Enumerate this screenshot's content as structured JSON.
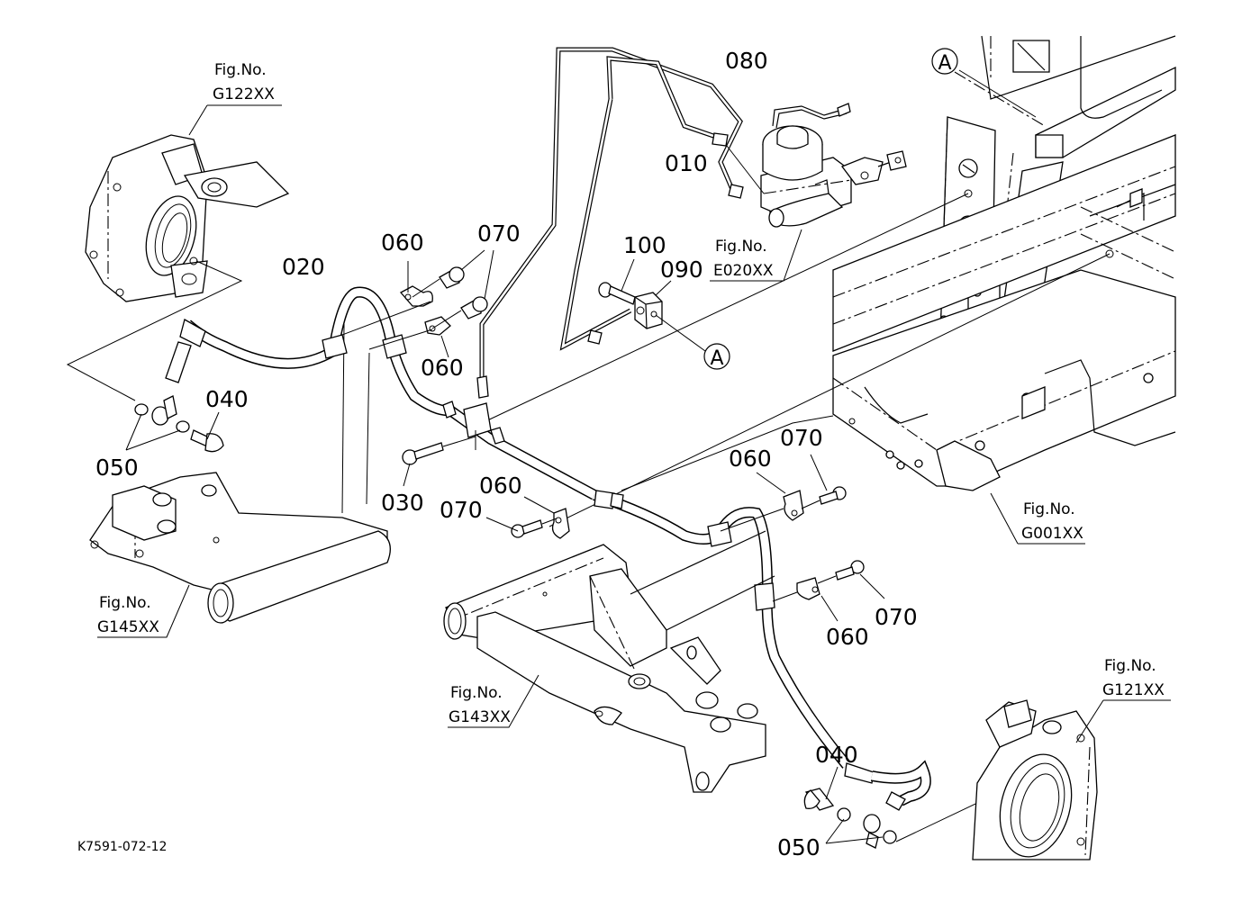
{
  "diagram": {
    "type": "exploded parts diagram",
    "drawing_code": "K7591-072-12",
    "part_callouts": [
      {
        "id": "c010",
        "number": "010"
      },
      {
        "id": "c020",
        "number": "020"
      },
      {
        "id": "c030",
        "number": "030"
      },
      {
        "id": "c040a",
        "number": "040"
      },
      {
        "id": "c040b",
        "number": "040"
      },
      {
        "id": "c050a",
        "number": "050"
      },
      {
        "id": "c050b",
        "number": "050"
      },
      {
        "id": "c060a",
        "number": "060"
      },
      {
        "id": "c060b",
        "number": "060"
      },
      {
        "id": "c060c",
        "number": "060"
      },
      {
        "id": "c060d",
        "number": "060"
      },
      {
        "id": "c060e",
        "number": "060"
      },
      {
        "id": "c070a",
        "number": "070"
      },
      {
        "id": "c070b",
        "number": "070"
      },
      {
        "id": "c070c",
        "number": "070"
      },
      {
        "id": "c070d",
        "number": "070"
      },
      {
        "id": "c080",
        "number": "080"
      },
      {
        "id": "c090",
        "number": "090"
      },
      {
        "id": "c100",
        "number": "100"
      }
    ],
    "figure_references": [
      {
        "id": "g122",
        "label": "Fig.No.",
        "code": "G122XX"
      },
      {
        "id": "e020",
        "label": "Fig.No.",
        "code": "E020XX"
      },
      {
        "id": "g001",
        "label": "Fig.No.",
        "code": "G001XX"
      },
      {
        "id": "g145",
        "label": "Fig.No.",
        "code": "G145XX"
      },
      {
        "id": "g143",
        "label": "Fig.No.",
        "code": "G143XX"
      },
      {
        "id": "g121",
        "label": "Fig.No.",
        "code": "G121XX"
      }
    ],
    "connection_markers": [
      {
        "id": "markerA1",
        "letter": "A"
      },
      {
        "id": "markerA2",
        "letter": "A"
      }
    ],
    "components": [
      "front-left-knuckle",
      "front-right-knuckle",
      "master-cylinder",
      "frame",
      "left-lower-arm",
      "right-lower-arm",
      "brake-pipe-010",
      "brake-pipe-080",
      "brake-hose-020",
      "joint-block-090",
      "banjo-bolt-040",
      "washer-050",
      "clamp-060",
      "bolt-070",
      "bolt-030",
      "bolt-100"
    ]
  }
}
